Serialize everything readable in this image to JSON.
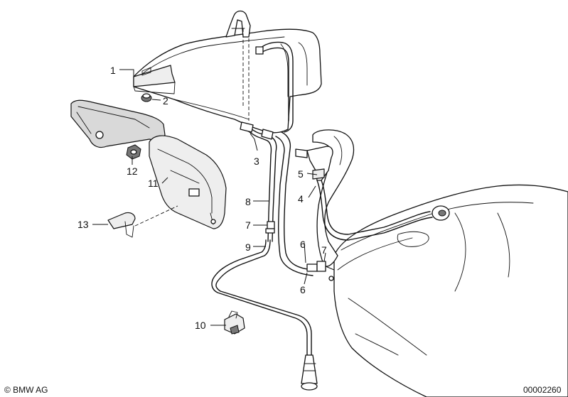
{
  "callouts": {
    "c1": "1",
    "c2": "2",
    "c3": "3",
    "c4": "4",
    "c5": "5",
    "c6a": "6",
    "c6b": "6",
    "c7a": "7",
    "c7b": "7",
    "c8": "8",
    "c9": "9",
    "c10": "10",
    "c11": "11",
    "c12": "12",
    "c13": "13"
  },
  "footer": {
    "copyright": "© BMW AG",
    "diagram_number": "00002260"
  }
}
